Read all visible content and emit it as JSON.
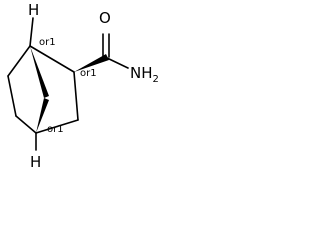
{
  "molecule": {
    "atoms": {
      "h_top": "H",
      "h_bottom": "H",
      "oxygen": "O",
      "amine": "NH",
      "amine_sub": "2"
    },
    "stereo_labels": {
      "top_bridgehead": "or1",
      "chiral_carbon": "or1",
      "bottom_bridgehead": "or1"
    },
    "colors": {
      "ink": "#000000",
      "background": "#ffffff"
    }
  }
}
